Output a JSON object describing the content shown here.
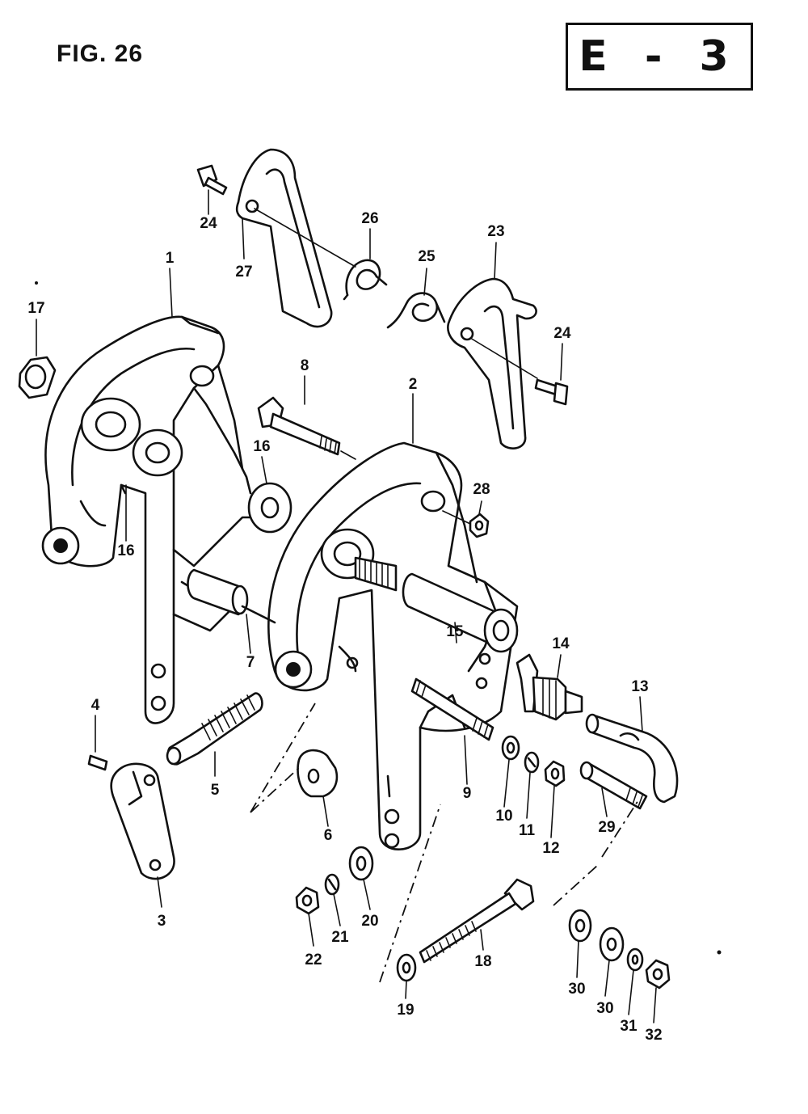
{
  "figure": {
    "label": "FIG. 26"
  },
  "section": {
    "code": "E - 3"
  },
  "callouts": [
    {
      "id": "1",
      "text": "1"
    },
    {
      "id": "2",
      "text": "2"
    },
    {
      "id": "3",
      "text": "3"
    },
    {
      "id": "4",
      "text": "4"
    },
    {
      "id": "5",
      "text": "5"
    },
    {
      "id": "6",
      "text": "6"
    },
    {
      "id": "7",
      "text": "7"
    },
    {
      "id": "8",
      "text": "8"
    },
    {
      "id": "9",
      "text": "9"
    },
    {
      "id": "10",
      "text": "10"
    },
    {
      "id": "11",
      "text": "11"
    },
    {
      "id": "12",
      "text": "12"
    },
    {
      "id": "13",
      "text": "13"
    },
    {
      "id": "14",
      "text": "14"
    },
    {
      "id": "15",
      "text": "15"
    },
    {
      "id": "16a",
      "text": "16"
    },
    {
      "id": "16b",
      "text": "16"
    },
    {
      "id": "17",
      "text": "17"
    },
    {
      "id": "18",
      "text": "18"
    },
    {
      "id": "19",
      "text": "19"
    },
    {
      "id": "20",
      "text": "20"
    },
    {
      "id": "21",
      "text": "21"
    },
    {
      "id": "22",
      "text": "22"
    },
    {
      "id": "23",
      "text": "23"
    },
    {
      "id": "24a",
      "text": "24"
    },
    {
      "id": "24b",
      "text": "24"
    },
    {
      "id": "25",
      "text": "25"
    },
    {
      "id": "26",
      "text": "26"
    },
    {
      "id": "27",
      "text": "27"
    },
    {
      "id": "28",
      "text": "28"
    },
    {
      "id": "29",
      "text": "29"
    },
    {
      "id": "30a",
      "text": "30"
    },
    {
      "id": "30b",
      "text": "30"
    },
    {
      "id": "31",
      "text": "31"
    },
    {
      "id": "32",
      "text": "32"
    }
  ]
}
